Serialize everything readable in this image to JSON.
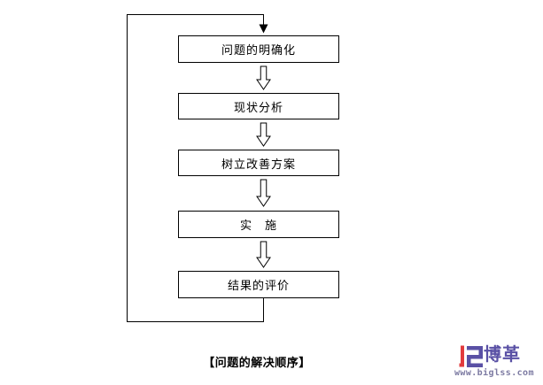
{
  "diagram": {
    "caption": "【问题的解决顺序】",
    "boxes": [
      {
        "label": "问题的明确化"
      },
      {
        "label": "现状分析"
      },
      {
        "label": "树立改善方案"
      },
      {
        "label": "实　施"
      },
      {
        "label": "结果的评价"
      }
    ]
  },
  "logo": {
    "brand": "博革",
    "website": "www.biglss.com"
  },
  "colors": {
    "background": "#FFFFFF",
    "line": "#000000",
    "box_border": "#000000",
    "box_text": "#000000",
    "logo_red": "#E23B3D",
    "logo_purple": "#5A51A5",
    "logo_url_text": "#7C7AA2"
  }
}
